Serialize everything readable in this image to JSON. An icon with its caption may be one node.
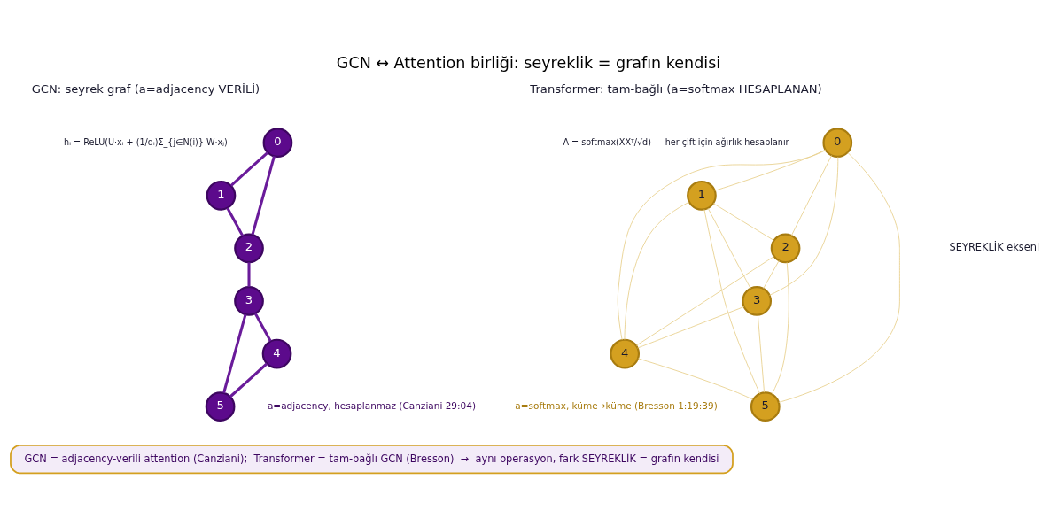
{
  "diagram": {
    "title": "GCN ↔ Attention birliği: seyreklik = grafın kendisi",
    "nodes": [
      {
        "text": [
          "0"
        ]
      },
      {
        "text": [
          "1"
        ]
      },
      {
        "text": [
          "2"
        ]
      },
      {
        "text": [
          "3"
        ]
      },
      {
        "text": [
          "4"
        ]
      },
      {
        "text": [
          "5"
        ]
      },
      {
        "text": [
          "0"
        ]
      },
      {
        "text": [
          "1"
        ]
      },
      {
        "text": [
          "2"
        ]
      },
      {
        "text": [
          "3"
        ]
      },
      {
        "text": [
          "4"
        ]
      },
      {
        "text": [
          "5"
        ]
      },
      {
        "text": [
          "GCN = adjacency-verili attention (Canziani);  Transformer = tam-bağlı GCN (Bresson)  →  aynı operasyon, fark SEYREKLİK = grafın kendisi"
        ]
      }
    ],
    "edges": [
      {
        "from": 0,
        "to": 1,
        "arrow": "none",
        "style": "thick",
        "color": "#6a1b9a"
      },
      {
        "from": 0,
        "to": 2,
        "arrow": "none",
        "style": "thick",
        "color": "#6a1b9a"
      },
      {
        "from": 1,
        "to": 2,
        "arrow": "none",
        "style": "thick",
        "color": "#6a1b9a"
      },
      {
        "from": 2,
        "to": 3,
        "arrow": "none",
        "style": "thick",
        "color": "#6a1b9a"
      },
      {
        "from": 3,
        "to": 4,
        "arrow": "none",
        "style": "thick",
        "color": "#6a1b9a"
      },
      {
        "from": 3,
        "to": 5,
        "arrow": "none",
        "style": "thick",
        "color": "#6a1b9a"
      },
      {
        "from": 4,
        "to": 5,
        "arrow": "none",
        "style": "thick",
        "color": "#6a1b9a"
      },
      {
        "from": 6,
        "to": 7,
        "arrow": "none"
      },
      {
        "from": 6,
        "to": 8,
        "arrow": "none"
      },
      {
        "from": 6,
        "to": 9,
        "arrow": "none"
      },
      {
        "from": 6,
        "to": 10,
        "arrow": "none"
      },
      {
        "from": 6,
        "to": 11,
        "arrow": "none"
      },
      {
        "from": 7,
        "to": 8,
        "arrow": "none"
      },
      {
        "from": 7,
        "to": 9,
        "arrow": "none"
      },
      {
        "from": 7,
        "to": 10,
        "arrow": "none"
      },
      {
        "from": 7,
        "to": 11,
        "arrow": "none"
      },
      {
        "from": 8,
        "to": 9,
        "arrow": "none"
      },
      {
        "from": 8,
        "to": 10,
        "arrow": "none"
      },
      {
        "from": 8,
        "to": 11,
        "arrow": "none"
      },
      {
        "from": 9,
        "to": 10,
        "arrow": "none"
      },
      {
        "from": 9,
        "to": 11,
        "arrow": "none"
      },
      {
        "from": 10,
        "to": 11,
        "arrow": "none"
      }
    ],
    "labels": [
      "GCN: seyrek graf (a=adjacency VERİLİ)",
      "hᵢ = ReLU(U·xᵢ + (1/dᵢ)Σ_{j∈N(i)} W·xⱼ)",
      "Transformer: tam-bağlı (a=softmax HESAPLANAN)",
      "A = softmax(XXᵀ/√d) — her çift için ağırlık hesaplanır",
      "SEYREKLİK ekseni",
      "a=adjacency, hesaplanmaz (Canziani 29:04)",
      "a=softmax, küme→küme (Bresson 1:19:39)"
    ]
  }
}
